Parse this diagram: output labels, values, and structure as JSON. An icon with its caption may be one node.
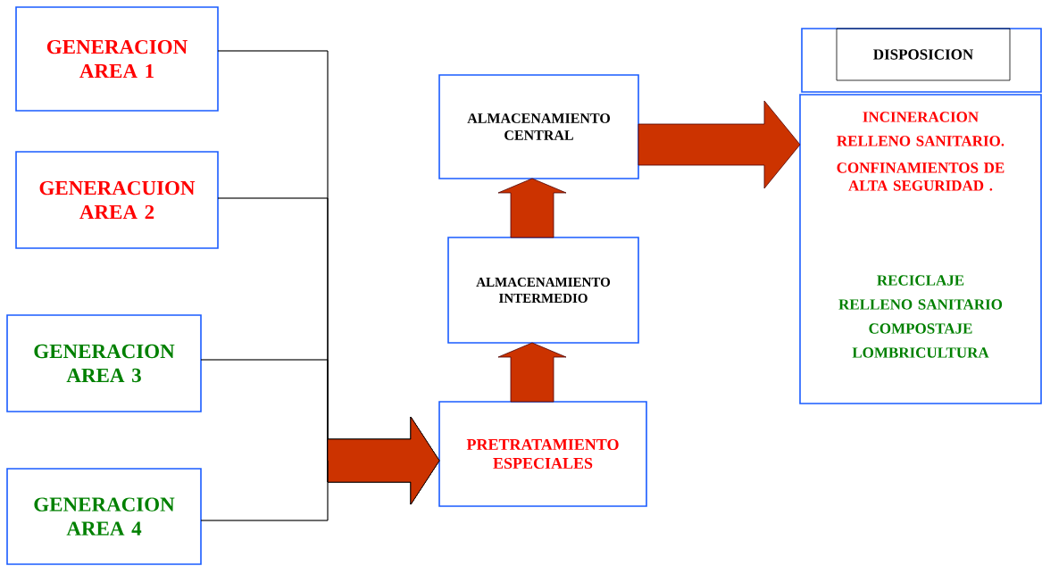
{
  "diagram": {
    "nodes": [
      {
        "text": [
          "GENERACION AREA 1"
        ]
      },
      {
        "text": [
          "GENERACUION AREA 2"
        ]
      },
      {
        "text": [
          "GENERACION AREA 3"
        ]
      },
      {
        "text": [
          "GENERACION AREA 4"
        ]
      },
      {
        "text": [
          "PRETRATAMIENTO ESPECIALES"
        ]
      },
      {
        "text": [
          "ALMACENAMIENTO INTERMEDIO"
        ]
      },
      {
        "text": [
          "ALMACENAMIENTO CENTRAL"
        ]
      },
      {
        "text": [],
        "shape": "box"
      },
      {
        "text": [
          "DISPOSICION"
        ],
        "in": 7
      },
      {
        "text": [
          "INCINERACION",
          "RELLENO SANITARIO.",
          "CONFINAMIENTOS DE ALTA SEGURIDAD .",
          "RECICLAJE",
          "RELLENO SANITARIO",
          "COMPOSTAJE",
          "LOMBRICULTURA"
        ]
      }
    ],
    "edges": [
      {
        "from": 0,
        "to": 4,
        "arrow": "to"
      },
      {
        "from": 1,
        "to": 4,
        "arrow": "to"
      },
      {
        "from": 2,
        "to": 4,
        "arrow": "to"
      },
      {
        "from": 3,
        "to": 4,
        "arrow": "to"
      },
      {
        "from": 4,
        "to": 5,
        "arrow": "to"
      },
      {
        "from": 5,
        "to": 6,
        "arrow": "to"
      },
      {
        "from": 6,
        "to": 9,
        "arrow": "to"
      }
    ]
  }
}
